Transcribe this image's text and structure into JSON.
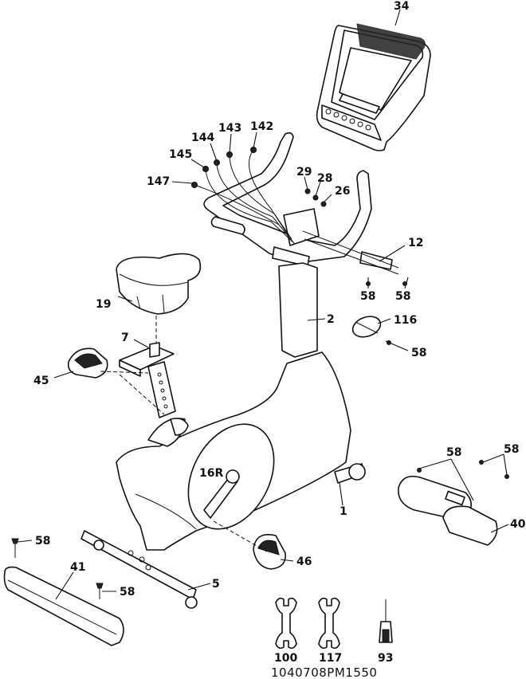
{
  "diagram": {
    "labels": {
      "p34": "34",
      "p142": "142",
      "p143": "143",
      "p144": "144",
      "p145": "145",
      "p147": "147",
      "p29": "29",
      "p28": "28",
      "p26": "26",
      "p12": "12",
      "p58_handle_left": "58",
      "p58_handle_right": "58",
      "p19": "19",
      "p2": "2",
      "p116": "116",
      "p58_sensor": "58",
      "p7": "7",
      "p45": "45",
      "p58_cover_left": "58",
      "p58_cover_right": "58",
      "p16": "16R",
      "p1": "1",
      "p40": "40",
      "p58_base_top": "58",
      "p41": "41",
      "p46": "46",
      "p58_base_bottom": "58",
      "p5": "5",
      "p100": "100",
      "p117": "117",
      "p93": "93"
    },
    "drawing_code": "1040708PM1550"
  }
}
